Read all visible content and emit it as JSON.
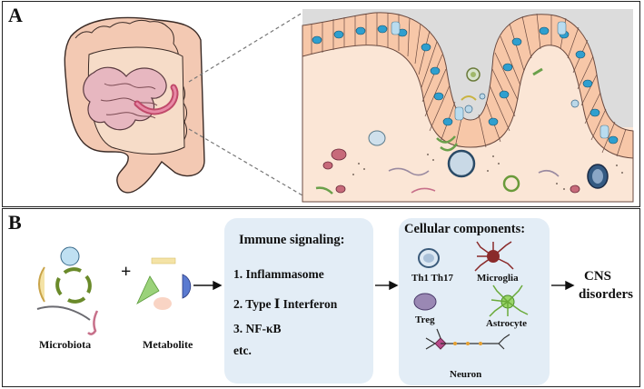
{
  "panel_a": {
    "label": "A"
  },
  "panel_b": {
    "label": "B",
    "microbiota": "Microbiota",
    "plus": "+",
    "metabolite": "Metabolite",
    "immune_signaling": {
      "title": "Immune signaling:",
      "items": [
        "1. Inflammasome",
        "2. Type Ⅰ  Interferon",
        "3. NF-κB",
        "etc."
      ]
    },
    "cellular": {
      "title": "Cellular components:",
      "th": "Th1 Th17",
      "microglia": "Microglia",
      "treg": "Treg",
      "astrocyte": "Astrocyte",
      "neuron": "Neuron"
    },
    "outcome": [
      "CNS",
      "disorders"
    ]
  },
  "colors": {
    "box_fill": "#e3edf6",
    "intestine": "#f3c9b3",
    "villus_cell": "#f7c7a8",
    "nucleus": "#2f9fcf",
    "lumen": "#dcdcdc",
    "lamina": "#fbe6d6"
  }
}
